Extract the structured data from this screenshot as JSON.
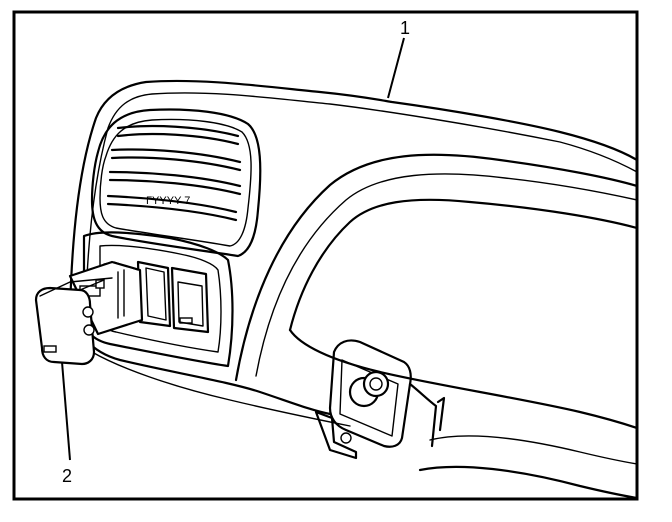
{
  "callouts": [
    {
      "number": "1"
    },
    {
      "number": "2"
    }
  ],
  "vent_emblem": "ΓΥΥΥΥ 7"
}
